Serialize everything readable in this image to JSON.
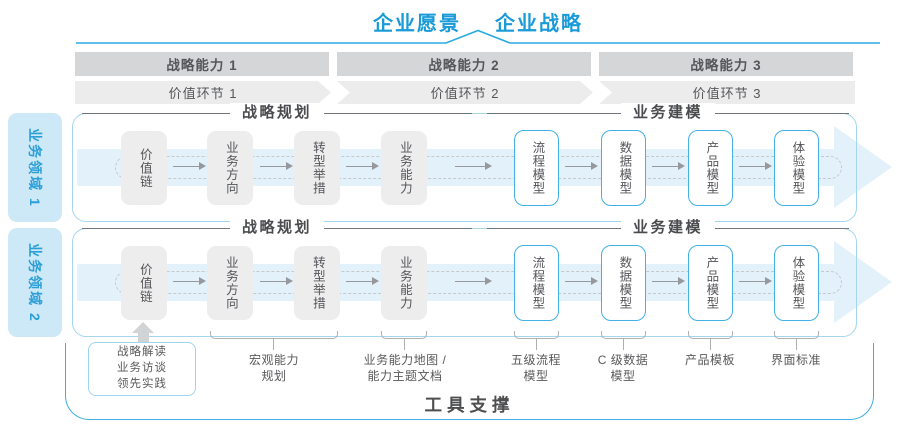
{
  "header": {
    "vision": "企业愿景",
    "strategy": "企业战略"
  },
  "capabilities": [
    "战略能力 1",
    "战略能力 2",
    "战略能力 3"
  ],
  "value_links": [
    "价值环节 1",
    "价值环节 2",
    "价值环节 3"
  ],
  "domains": [
    {
      "label": "业务领域 1"
    },
    {
      "label": "业务领域 2"
    }
  ],
  "sections": {
    "planning": "战略规划",
    "modeling": "业务建模"
  },
  "boxes": {
    "planning": [
      "价值链",
      "业务方向",
      "转型举措",
      "业务能力"
    ],
    "modeling": [
      "流程模型",
      "数据模型",
      "产品模型",
      "体验模型"
    ]
  },
  "annotations": {
    "interpretation": [
      "战略解读",
      "业务访谈",
      "领先实践"
    ],
    "notes": [
      {
        "lines": [
          "宏观能力",
          "规划"
        ]
      },
      {
        "lines": [
          "业务能力地图 /",
          "能力主题文档"
        ]
      },
      {
        "lines": [
          "五级流程",
          "模型"
        ]
      },
      {
        "lines": [
          "C 级数据",
          "模型"
        ]
      },
      {
        "lines": [
          "产品模板",
          ""
        ]
      },
      {
        "lines": [
          "界面标准",
          ""
        ]
      }
    ]
  },
  "footer": {
    "tool_support": "工具支撑"
  },
  "colors": {
    "accent_blue": "#29abe2",
    "title_blue": "#1a9bd7",
    "bar_gray": "#d4d6d8",
    "chevron_gray": "#ececec",
    "domain_tab_bg": "#cde8f6",
    "domain_border": "#a3d5ee",
    "band_blue": "#e2f1fa",
    "box_gray": "#ededee",
    "model_box_border": "#43b1e2",
    "outer_border": "#3eafe1",
    "text_dark": "#55565a"
  }
}
